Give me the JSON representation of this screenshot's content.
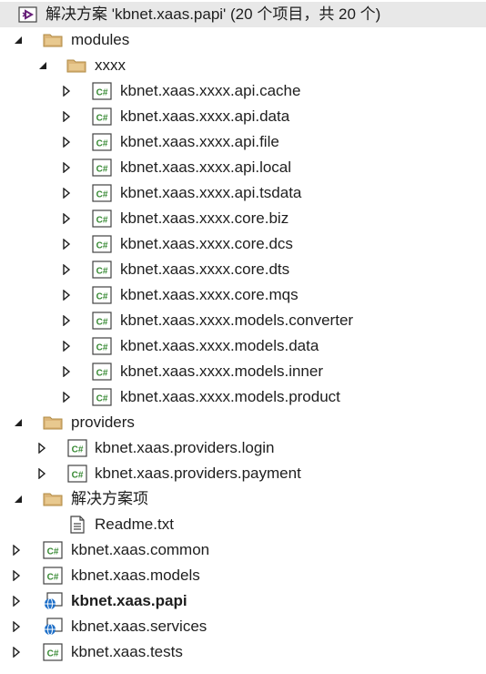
{
  "solution": {
    "label": "解决方案 'kbnet.xaas.papi' (20 个项目，共 20 个)"
  },
  "folders": {
    "modules": "modules",
    "xxxx": "xxxx",
    "providers": "providers",
    "solution_items": "解决方案项"
  },
  "projects": {
    "xxxx": [
      "kbnet.xaas.xxxx.api.cache",
      "kbnet.xaas.xxxx.api.data",
      "kbnet.xaas.xxxx.api.file",
      "kbnet.xaas.xxxx.api.local",
      "kbnet.xaas.xxxx.api.tsdata",
      "kbnet.xaas.xxxx.core.biz",
      "kbnet.xaas.xxxx.core.dcs",
      "kbnet.xaas.xxxx.core.dts",
      "kbnet.xaas.xxxx.core.mqs",
      "kbnet.xaas.xxxx.models.converter",
      "kbnet.xaas.xxxx.models.data",
      "kbnet.xaas.xxxx.models.inner",
      "kbnet.xaas.xxxx.models.product"
    ],
    "providers": [
      "kbnet.xaas.providers.login",
      "kbnet.xaas.providers.payment"
    ],
    "root": [
      "kbnet.xaas.common",
      "kbnet.xaas.models",
      "kbnet.xaas.papi",
      "kbnet.xaas.services",
      "kbnet.xaas.tests"
    ]
  },
  "files": {
    "readme": "Readme.txt"
  },
  "icons": {
    "csharp_badge": "C#"
  },
  "colors": {
    "csharp_green": "#388a34",
    "folder_fill": "#dcb67a",
    "folder_stroke": "#b08b43",
    "selection_bg": "#e8e8e8",
    "vs_purple": "#68217a",
    "web_blue": "#1e6fc8"
  }
}
